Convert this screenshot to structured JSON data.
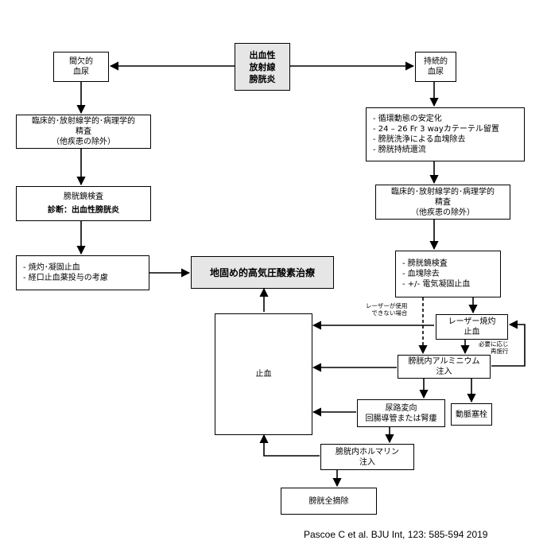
{
  "diagram": {
    "center": [
      "出血性",
      "放射線",
      "膀胱炎"
    ],
    "left": {
      "intermittent": [
        "間欠的",
        "血尿"
      ],
      "eval": [
        "臨床的･放射線学的･病理学的",
        "精査",
        "（他疾患の除外）"
      ],
      "cysto": [
        "膀胱鏡検査",
        "診断：出血性膀胱炎"
      ],
      "treat": [
        "-   焼灼･凝固止血",
        "-   経口止血薬投与の考慮"
      ]
    },
    "hbo": "地固め的高気圧酸素治療",
    "right": {
      "persistent": [
        "持続的",
        "血尿"
      ],
      "stabilize": [
        "-   循環動態の安定化",
        "-   24 – 26 Fr 3 wayカテーテル留置",
        "-   膀胱洗浄による血塊除去",
        "-   膀胱持続還流"
      ],
      "eval": [
        "臨床的･放射線学的･病理学的",
        "精査",
        "（他疾患の除外）"
      ],
      "cysto": [
        "-   膀胱鏡検査",
        "-   血塊除去",
        "-   +/- 電気凝固止血"
      ]
    },
    "hemostasis": "止血",
    "laser": [
      "レーザー焼灼",
      "止血"
    ],
    "laser_note": [
      "レーザーが使用",
      "できない場合"
    ],
    "redo_note": [
      "必要に応じ",
      "再施行"
    ],
    "alum": [
      "膀胱内アルミニウム",
      "注入"
    ],
    "embol": "動脈塞栓",
    "diversion": [
      "尿路変向",
      "回腸導管または腎瘻"
    ],
    "formalin": [
      "膀胱内ホルマリン",
      "注入"
    ],
    "cystectomy": "膀胱全摘除"
  },
  "citation": "Pascoe C et al. BJU Int, 123: 585-594 2019"
}
